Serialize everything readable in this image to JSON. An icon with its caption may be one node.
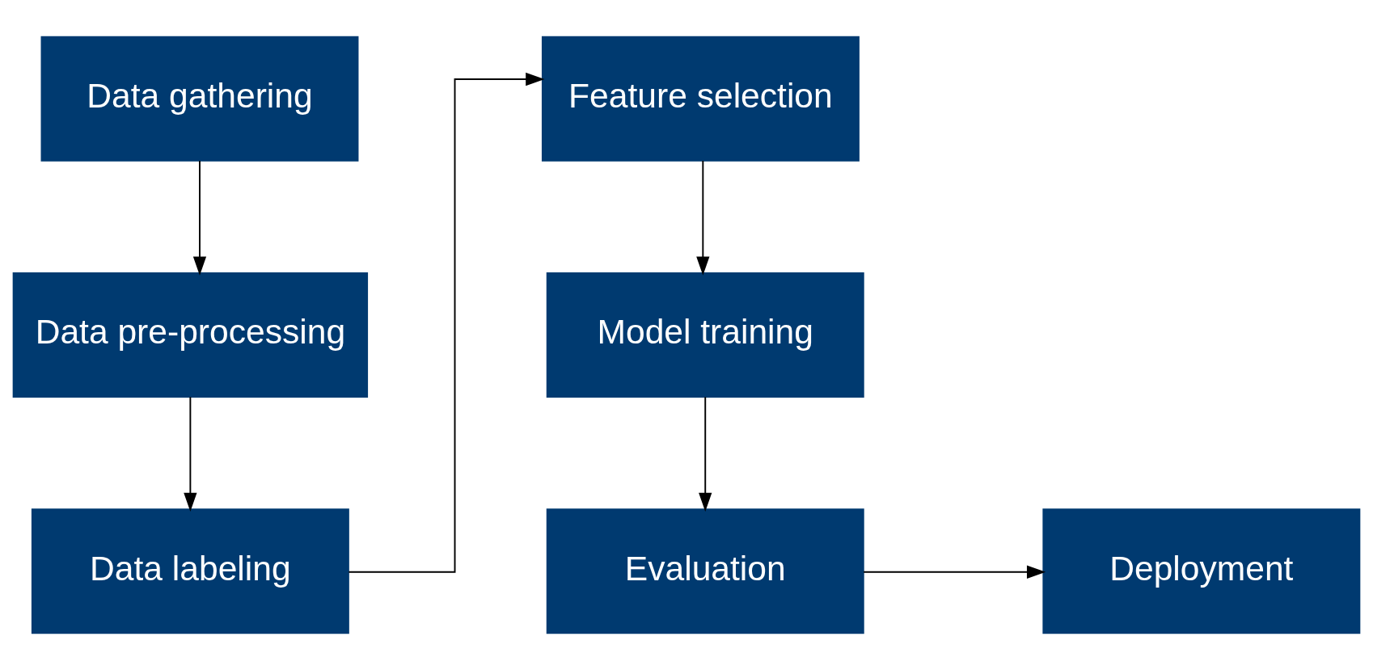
{
  "diagram": {
    "nodes": [
      {
        "text": [
          "Data gathering"
        ]
      },
      {
        "text": [
          "Data pre-processing"
        ]
      },
      {
        "text": [
          "Data labeling"
        ]
      },
      {
        "text": [
          "Feature selection"
        ]
      },
      {
        "text": [
          "Model training"
        ]
      },
      {
        "text": [
          "Evaluation"
        ]
      },
      {
        "text": [
          "Deployment"
        ]
      }
    ],
    "edges": [
      {
        "from": 0,
        "to": 1,
        "arrow": "to"
      },
      {
        "from": 1,
        "to": 2,
        "arrow": "to"
      },
      {
        "from": 2,
        "to": 3,
        "arrow": "to"
      },
      {
        "from": 3,
        "to": 4,
        "arrow": "to"
      },
      {
        "from": 4,
        "to": 5,
        "arrow": "to"
      },
      {
        "from": 5,
        "to": 6,
        "arrow": "to"
      }
    ]
  }
}
